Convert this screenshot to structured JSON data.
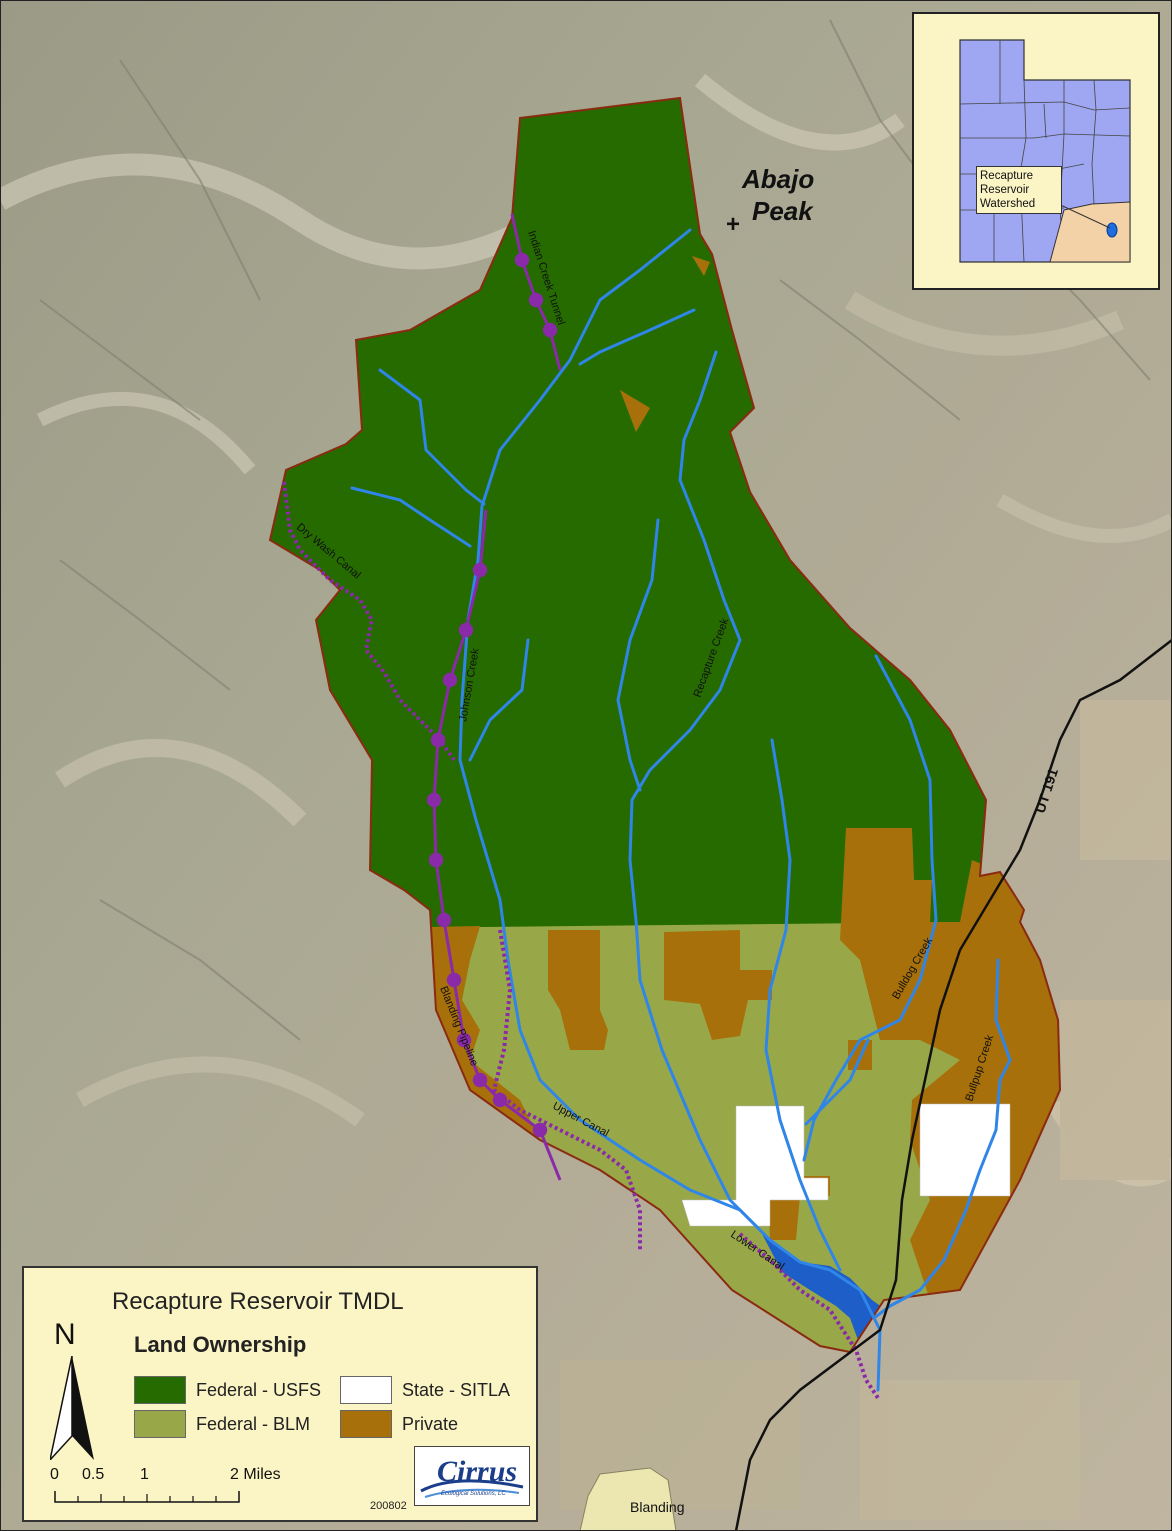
{
  "map_labels": {
    "peak": "Abajo\nPeak",
    "peak_symbol": "+",
    "town": "Blanding",
    "highway": "UT 191",
    "streams": {
      "indian_creek_tunnel": "Indian Creek Tunnel",
      "dry_wash_canal": "Dry Wash Canal",
      "johnson_creek": "Johnson Creek",
      "recapture_creek": "Recapture Creek",
      "bulldog_creek": "Bulldog Creek",
      "bullpup_creek": "Bullpup Creek",
      "blanding_pipeline": "Blanding Pipeline",
      "upper_canal": "Upper Canal",
      "lower_canal": "Lower Canal"
    }
  },
  "inset": {
    "label": "Recapture Reservoir Watershed",
    "icon": "utah-locator-map"
  },
  "legend": {
    "title": "Recapture Reservoir TMDL",
    "subtitle": "Land Ownership",
    "items": [
      {
        "label": "Federal - USFS",
        "color": "#256b00"
      },
      {
        "label": "State - SITLA",
        "color": "#ffffff"
      },
      {
        "label": "Federal - BLM",
        "color": "#98a848"
      },
      {
        "label": "Private",
        "color": "#a8700a"
      }
    ],
    "north": "N",
    "scale": {
      "ticks": [
        "0",
        "0.5",
        "1",
        "2 Miles"
      ]
    },
    "logo": "Cirrus",
    "logo_sub": "Ecological Solutions, LC",
    "map_id": "200802"
  },
  "colors": {
    "usfs": "#256b00",
    "blm": "#98a848",
    "private": "#a8700a",
    "state": "#ffffff",
    "stream": "#2f86e8",
    "canal": "#8a2aa8",
    "boundary": "#8a2a10",
    "road": "#111111"
  }
}
